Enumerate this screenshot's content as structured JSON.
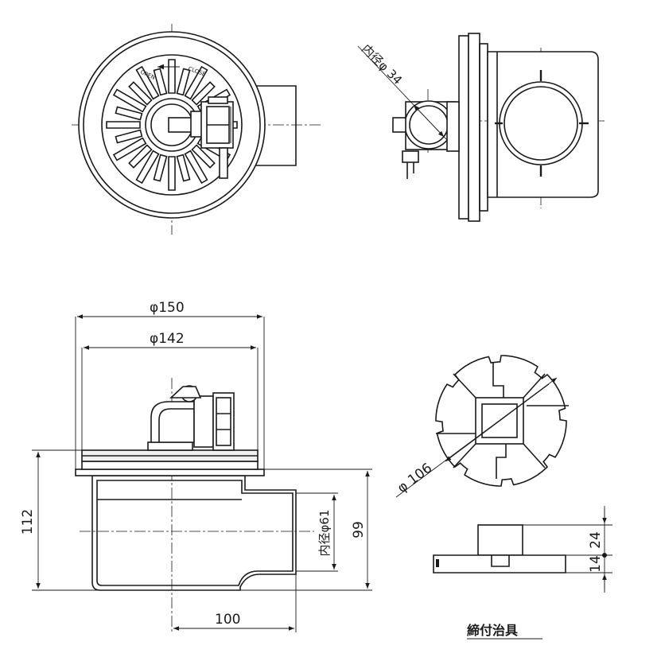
{
  "dimensions": {
    "d150": "φ150",
    "d142": "φ142",
    "h112": "112",
    "h99": "99",
    "w100": "100",
    "inner61": "内径φ61",
    "inner34": "内径φ 34",
    "d106": "φ 106",
    "h14": "14",
    "h24": "24"
  },
  "labels": {
    "open": "OPEN",
    "close": "CLOSE",
    "tool_title": "締付治具"
  }
}
